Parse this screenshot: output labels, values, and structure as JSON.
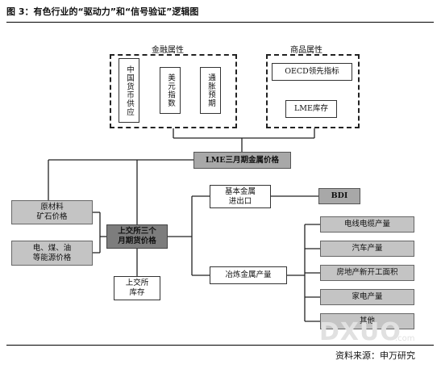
{
  "title": "图 3：有色行业的“驱动力”和“信号验证”逻辑图",
  "groups": {
    "financial": "金融属性",
    "commodity": "商品属性"
  },
  "financial_items": [
    "中国货币供应",
    "美元指数",
    "通胀预期"
  ],
  "commodity_items": [
    "OECD领先指标",
    "LME库存"
  ],
  "nodes": {
    "lme": "LME三月期金属价格",
    "raw": [
      "原材料",
      "矿石价格"
    ],
    "energy": [
      "电、煤、油",
      "等能源价格"
    ],
    "shfe": [
      "上交所三个",
      "月期货价格"
    ],
    "shfe_stock": [
      "上交所",
      "库存"
    ],
    "import_export": [
      "基本金属",
      "进出口"
    ],
    "bdi": "BDI",
    "smelting": "冶炼金属产量"
  },
  "end_uses": [
    "电线电缆产量",
    "汽车产量",
    "房地产新开工面积",
    "家电产量",
    "其他"
  ],
  "source": "资料来源：申万研究",
  "watermark": {
    "main": "DXUO",
    "sub": ".com"
  }
}
